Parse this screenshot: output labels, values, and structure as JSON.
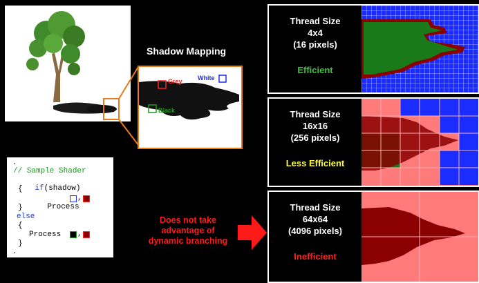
{
  "title": "Shadow Mapping",
  "zoom": {
    "grey_label": "Grey",
    "white_label": "White",
    "black_label": "Black"
  },
  "code": {
    "dot_top": ".",
    "comment": "// Sample Shader",
    "if_kw": "if",
    "if_cond": "(shadow)",
    "brace_open1": "{",
    "process1": "Process",
    "brace_close1": "}",
    "else_kw": "else",
    "brace_open2": "{",
    "process2": "Process",
    "brace_close2": "}",
    "dot_bottom": "."
  },
  "note": [
    "Does not take",
    "advantage of",
    "dynamic branching"
  ],
  "panels": [
    {
      "line1": "Thread Size",
      "line2": "4x4",
      "line3": "(16 pixels)",
      "efficiency": "Efficient",
      "color": "#3cc43c"
    },
    {
      "line1": "Thread Size",
      "line2": "16x16",
      "line3": "(256 pixels)",
      "efficiency": "Less Efficient",
      "color": "#ffff33"
    },
    {
      "line1": "Thread Size",
      "line2": "64x64",
      "line3": "(4096 pixels)",
      "efficiency": "Inefficient",
      "color": "#ff2020"
    }
  ],
  "colors": {
    "grid_blue": "#1a2cff",
    "shadow_green": "#1a7a1a",
    "shadow_dark_red": "#8b0000",
    "pink": "#ff7a7a",
    "orange": "#e87a1a"
  }
}
